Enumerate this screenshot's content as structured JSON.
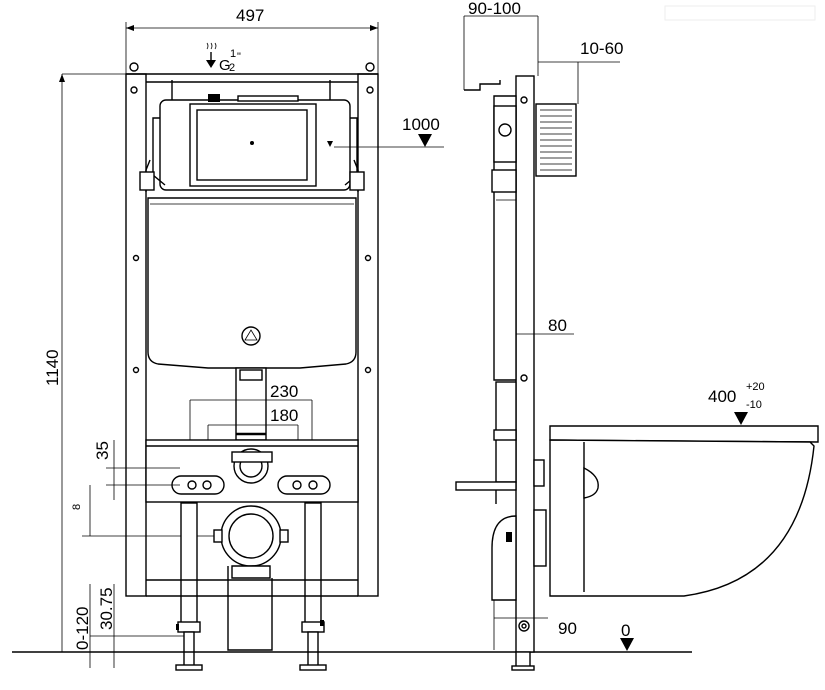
{
  "dimensions": {
    "frame_width": "497",
    "wall_offset": "90-100",
    "plate_depth": "10-60",
    "flush_height": "1000",
    "total_height": "1140",
    "bolt_spacing_outer": "230",
    "bolt_spacing_inner": "180",
    "bolt_offset": "35",
    "bolt_mark": "8",
    "leg_adjust": "0-120",
    "foot_height": "30.75",
    "frame_depth": "80",
    "bottom_depth": "90",
    "floor_level": "0",
    "bowl_height": "400",
    "bowl_tol_plus": "+20",
    "bowl_tol_minus": "-10"
  },
  "labels": {
    "water_inlet_thread": "G",
    "water_inlet_num": "1",
    "water_inlet_den": "2",
    "water_inlet_unit": "\""
  },
  "icons": {
    "water_inlet": "water-wave-icon",
    "level_marker": "triangle-down-icon",
    "brand_logo": "logo-icon"
  }
}
